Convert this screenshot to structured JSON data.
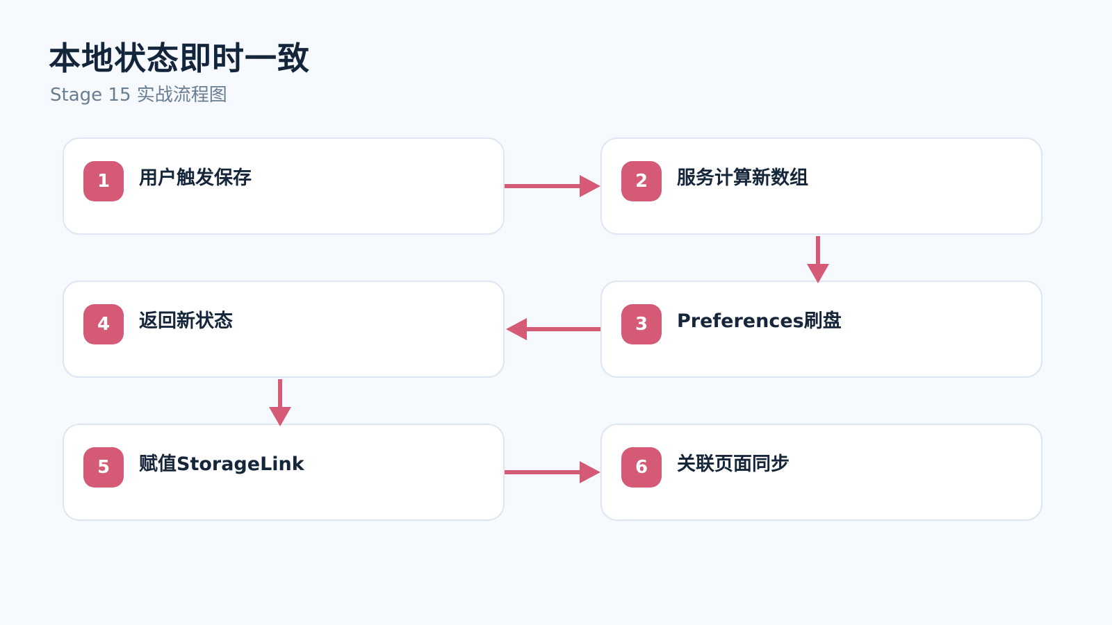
{
  "header": {
    "title": "本地状态即时一致",
    "subtitle": "Stage 15 实战流程图"
  },
  "steps": [
    {
      "number": "1",
      "label": "用户触发保存"
    },
    {
      "number": "2",
      "label": "服务计算新数组"
    },
    {
      "number": "3",
      "label": "Preferences刷盘"
    },
    {
      "number": "4",
      "label": "返回新状态"
    },
    {
      "number": "5",
      "label": "赋值StorageLink"
    },
    {
      "number": "6",
      "label": "关联页面同步"
    }
  ],
  "colors": {
    "accent": "#d45a76",
    "card_border": "#dde6f1",
    "background": "#f6f9fd",
    "title": "#13253a",
    "subtitle": "#687d92"
  }
}
